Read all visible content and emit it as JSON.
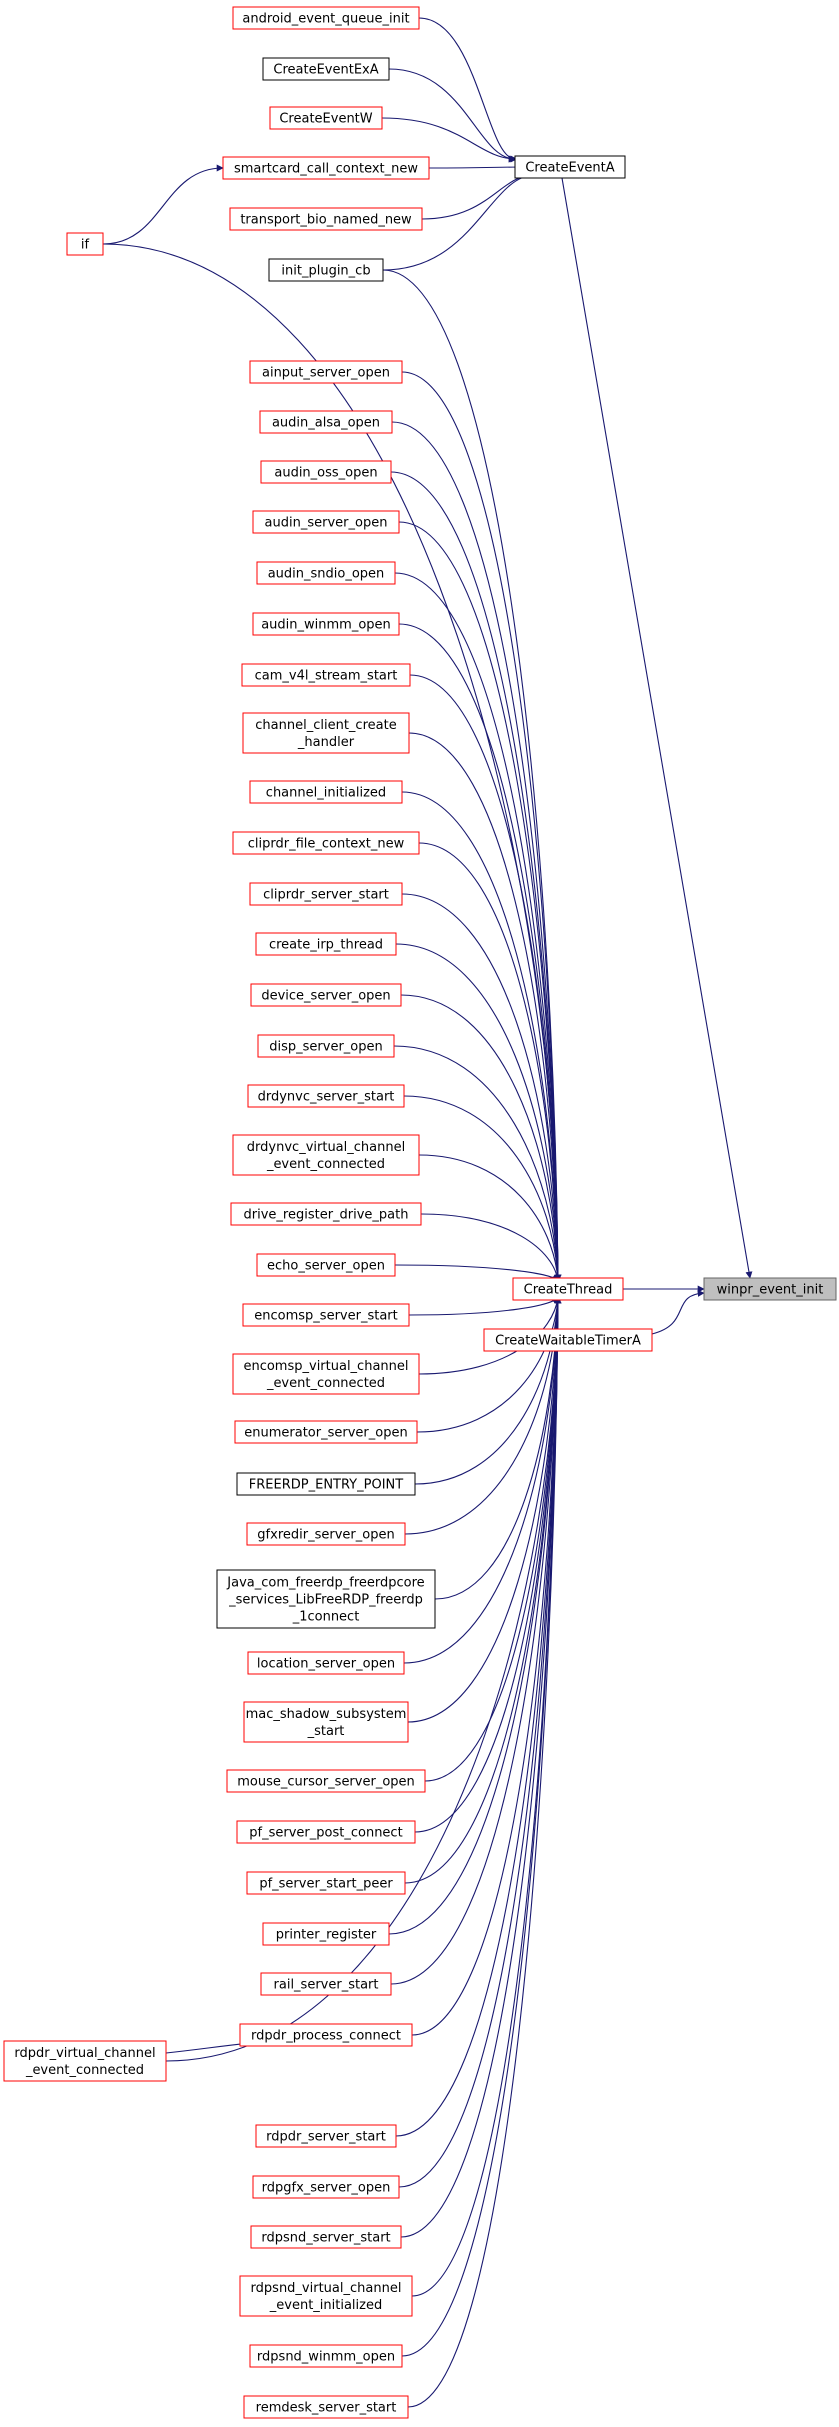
{
  "graph": {
    "root": "winpr_event_init",
    "nodes": {
      "winpr_event_init": {
        "lines": [
          "winpr_event_init"
        ],
        "style": "root"
      },
      "CreateEventA": {
        "lines": [
          "CreateEventA"
        ],
        "style": "black"
      },
      "CreateThread": {
        "lines": [
          "CreateThread"
        ],
        "style": "red"
      },
      "CreateWaitableTimerA": {
        "lines": [
          "CreateWaitableTimerA"
        ],
        "style": "red"
      },
      "android_event_queue_init": {
        "lines": [
          "android_event_queue_init"
        ],
        "style": "red"
      },
      "CreateEventExA": {
        "lines": [
          "CreateEventExA"
        ],
        "style": "black"
      },
      "CreateEventW": {
        "lines": [
          "CreateEventW"
        ],
        "style": "red"
      },
      "smartcard_call_context_new": {
        "lines": [
          "smartcard_call_context_new"
        ],
        "style": "red"
      },
      "transport_bio_named_new": {
        "lines": [
          "transport_bio_named_new"
        ],
        "style": "red"
      },
      "init_plugin_cb": {
        "lines": [
          "init_plugin_cb"
        ],
        "style": "black"
      },
      "if": {
        "lines": [
          "if"
        ],
        "style": "red"
      },
      "ainput_server_open": {
        "lines": [
          "ainput_server_open"
        ],
        "style": "red"
      },
      "audin_alsa_open": {
        "lines": [
          "audin_alsa_open"
        ],
        "style": "red"
      },
      "audin_oss_open": {
        "lines": [
          "audin_oss_open"
        ],
        "style": "red"
      },
      "audin_server_open": {
        "lines": [
          "audin_server_open"
        ],
        "style": "red"
      },
      "audin_sndio_open": {
        "lines": [
          "audin_sndio_open"
        ],
        "style": "red"
      },
      "audin_winmm_open": {
        "lines": [
          "audin_winmm_open"
        ],
        "style": "red"
      },
      "cam_v4l_stream_start": {
        "lines": [
          "cam_v4l_stream_start"
        ],
        "style": "red"
      },
      "channel_client_create_handler": {
        "lines": [
          "channel_client_create",
          "_handler"
        ],
        "style": "red"
      },
      "channel_initialized": {
        "lines": [
          "channel_initialized"
        ],
        "style": "red"
      },
      "cliprdr_file_context_new": {
        "lines": [
          "cliprdr_file_context_new"
        ],
        "style": "red"
      },
      "cliprdr_server_start": {
        "lines": [
          "cliprdr_server_start"
        ],
        "style": "red"
      },
      "create_irp_thread": {
        "lines": [
          "create_irp_thread"
        ],
        "style": "red"
      },
      "device_server_open": {
        "lines": [
          "device_server_open"
        ],
        "style": "red"
      },
      "disp_server_open": {
        "lines": [
          "disp_server_open"
        ],
        "style": "red"
      },
      "drdynvc_server_start": {
        "lines": [
          "drdynvc_server_start"
        ],
        "style": "red"
      },
      "drdynvc_virtual_channel_event_connected": {
        "lines": [
          "drdynvc_virtual_channel",
          "_event_connected"
        ],
        "style": "red"
      },
      "drive_register_drive_path": {
        "lines": [
          "drive_register_drive_path"
        ],
        "style": "red"
      },
      "echo_server_open": {
        "lines": [
          "echo_server_open"
        ],
        "style": "red"
      },
      "encomsp_server_start": {
        "lines": [
          "encomsp_server_start"
        ],
        "style": "red"
      },
      "encomsp_virtual_channel_event_connected": {
        "lines": [
          "encomsp_virtual_channel",
          "_event_connected"
        ],
        "style": "red"
      },
      "enumerator_server_open": {
        "lines": [
          "enumerator_server_open"
        ],
        "style": "red"
      },
      "FREERDP_ENTRY_POINT": {
        "lines": [
          "FREERDP_ENTRY_POINT"
        ],
        "style": "black"
      },
      "gfxredir_server_open": {
        "lines": [
          "gfxredir_server_open"
        ],
        "style": "red"
      },
      "Java_com_freerdp": {
        "lines": [
          "Java_com_freerdp_freerdpcore",
          "_services_LibFreeRDP_freerdp",
          "_1connect"
        ],
        "style": "black"
      },
      "location_server_open": {
        "lines": [
          "location_server_open"
        ],
        "style": "red"
      },
      "mac_shadow_subsystem_start": {
        "lines": [
          "mac_shadow_subsystem",
          "_start"
        ],
        "style": "red"
      },
      "mouse_cursor_server_open": {
        "lines": [
          "mouse_cursor_server_open"
        ],
        "style": "red"
      },
      "pf_server_post_connect": {
        "lines": [
          "pf_server_post_connect"
        ],
        "style": "red"
      },
      "pf_server_start_peer": {
        "lines": [
          "pf_server_start_peer"
        ],
        "style": "red"
      },
      "printer_register": {
        "lines": [
          "printer_register"
        ],
        "style": "red"
      },
      "rail_server_start": {
        "lines": [
          "rail_server_start"
        ],
        "style": "red"
      },
      "rdpdr_process_connect": {
        "lines": [
          "rdpdr_process_connect"
        ],
        "style": "red"
      },
      "rdpdr_virtual_channel_event_connected": {
        "lines": [
          "rdpdr_virtual_channel",
          "_event_connected"
        ],
        "style": "red"
      },
      "rdpdr_server_start": {
        "lines": [
          "rdpdr_server_start"
        ],
        "style": "red"
      },
      "rdpgfx_server_open": {
        "lines": [
          "rdpgfx_server_open"
        ],
        "style": "red"
      },
      "rdpsnd_server_start": {
        "lines": [
          "rdpsnd_server_start"
        ],
        "style": "red"
      },
      "rdpsnd_virtual_channel_event_initialized": {
        "lines": [
          "rdpsnd_virtual_channel",
          "_event_initialized"
        ],
        "style": "red"
      },
      "rdpsnd_winmm_open": {
        "lines": [
          "rdpsnd_winmm_open"
        ],
        "style": "red"
      },
      "remdesk_server_start": {
        "lines": [
          "remdesk_server_start"
        ],
        "style": "red"
      }
    },
    "edges": [
      [
        "CreateEventA",
        "winpr_event_init"
      ],
      [
        "CreateThread",
        "winpr_event_init"
      ],
      [
        "CreateWaitableTimerA",
        "winpr_event_init"
      ],
      [
        "android_event_queue_init",
        "CreateEventA"
      ],
      [
        "CreateEventExA",
        "CreateEventA"
      ],
      [
        "CreateEventW",
        "CreateEventA"
      ],
      [
        "smartcard_call_context_new",
        "CreateEventA"
      ],
      [
        "transport_bio_named_new",
        "CreateEventA"
      ],
      [
        "init_plugin_cb",
        "CreateEventA"
      ],
      [
        "if",
        "smartcard_call_context_new"
      ],
      [
        "if",
        "CreateThread"
      ],
      [
        "init_plugin_cb",
        "CreateThread"
      ],
      [
        "ainput_server_open",
        "CreateThread"
      ],
      [
        "audin_alsa_open",
        "CreateThread"
      ],
      [
        "audin_oss_open",
        "CreateThread"
      ],
      [
        "audin_server_open",
        "CreateThread"
      ],
      [
        "audin_sndio_open",
        "CreateThread"
      ],
      [
        "audin_winmm_open",
        "CreateThread"
      ],
      [
        "cam_v4l_stream_start",
        "CreateThread"
      ],
      [
        "channel_client_create_handler",
        "CreateThread"
      ],
      [
        "channel_initialized",
        "CreateThread"
      ],
      [
        "cliprdr_file_context_new",
        "CreateThread"
      ],
      [
        "cliprdr_server_start",
        "CreateThread"
      ],
      [
        "create_irp_thread",
        "CreateThread"
      ],
      [
        "device_server_open",
        "CreateThread"
      ],
      [
        "disp_server_open",
        "CreateThread"
      ],
      [
        "drdynvc_server_start",
        "CreateThread"
      ],
      [
        "drdynvc_virtual_channel_event_connected",
        "CreateThread"
      ],
      [
        "drive_register_drive_path",
        "CreateThread"
      ],
      [
        "echo_server_open",
        "CreateThread"
      ],
      [
        "encomsp_server_start",
        "CreateThread"
      ],
      [
        "encomsp_virtual_channel_event_connected",
        "CreateThread"
      ],
      [
        "enumerator_server_open",
        "CreateThread"
      ],
      [
        "FREERDP_ENTRY_POINT",
        "CreateThread"
      ],
      [
        "gfxredir_server_open",
        "CreateThread"
      ],
      [
        "Java_com_freerdp",
        "CreateThread"
      ],
      [
        "location_server_open",
        "CreateThread"
      ],
      [
        "mac_shadow_subsystem_start",
        "CreateThread"
      ],
      [
        "mouse_cursor_server_open",
        "CreateThread"
      ],
      [
        "pf_server_post_connect",
        "CreateThread"
      ],
      [
        "pf_server_start_peer",
        "CreateThread"
      ],
      [
        "printer_register",
        "CreateThread"
      ],
      [
        "rail_server_start",
        "CreateThread"
      ],
      [
        "rdpdr_process_connect",
        "CreateThread"
      ],
      [
        "rdpdr_process_connect",
        "rdpdr_virtual_channel_event_connected"
      ],
      [
        "rdpdr_virtual_channel_event_connected",
        "CreateThread"
      ],
      [
        "rdpdr_server_start",
        "CreateThread"
      ],
      [
        "rdpgfx_server_open",
        "CreateThread"
      ],
      [
        "rdpsnd_server_start",
        "CreateThread"
      ],
      [
        "rdpsnd_virtual_channel_event_initialized",
        "CreateThread"
      ],
      [
        "rdpsnd_winmm_open",
        "CreateThread"
      ],
      [
        "remdesk_server_start",
        "CreateThread"
      ]
    ],
    "colors": {
      "edge": "#191970",
      "red_border": "#ff0000",
      "black_border": "#000000",
      "root_fill": "#bfbfbf",
      "node_fill": "#ffffff"
    }
  }
}
